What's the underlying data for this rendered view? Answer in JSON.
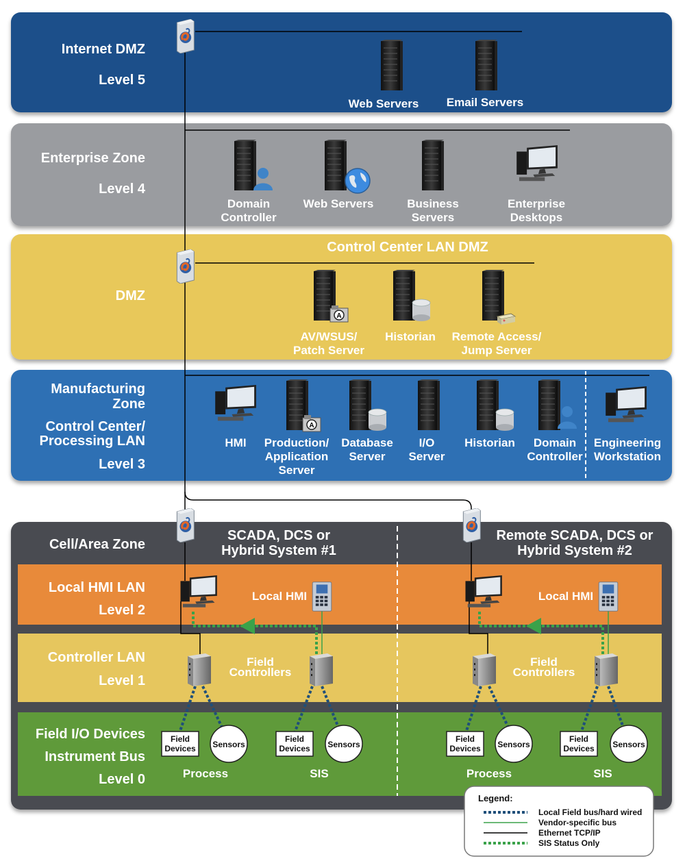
{
  "colors": {
    "dmz_blue": "#1a4f8a",
    "enterprise_gray": "#9a9ca0",
    "dmz_yellow": "#e8c85a",
    "manufacturing_blue": "#2e70b4",
    "cell_dark": "#4a4c51",
    "hmi_orange": "#e88a3a",
    "controller_yellow": "#e6c65e",
    "field_green": "#5f9a3a",
    "sis_green": "#3aa24a",
    "fieldbus_blue": "#1f4f7a"
  },
  "zones": {
    "internet_dmz": {
      "title": "Internet DMZ",
      "level": "Level 5",
      "devices": [
        "Web Servers",
        "Email Servers"
      ]
    },
    "enterprise": {
      "title": "Enterprise Zone",
      "level": "Level 4",
      "devices": [
        [
          "Domain",
          "Controller"
        ],
        [
          "Web Servers"
        ],
        [
          "Business",
          "Servers"
        ],
        [
          "Enterprise",
          "Desktops"
        ]
      ]
    },
    "control_dmz": {
      "header": "Control Center LAN DMZ",
      "title": "DMZ",
      "devices": [
        [
          "AV/WSUS/",
          "Patch Server"
        ],
        [
          "Historian"
        ],
        [
          "Remote Access/",
          "Jump Server"
        ]
      ]
    },
    "manufacturing": {
      "title_lines": [
        "Manufacturing",
        "Zone"
      ],
      "subtitle_lines": [
        "Control Center/",
        "Processing LAN"
      ],
      "level": "Level 3",
      "devices": [
        [
          "HMI"
        ],
        [
          "Production/",
          "Application",
          "Server"
        ],
        [
          "Database",
          "Server"
        ],
        [
          "I/O",
          "Server"
        ],
        [
          "Historian"
        ],
        [
          "Domain",
          "Controller"
        ],
        [
          "Engineering",
          "Workstation"
        ]
      ]
    },
    "cell_area": {
      "title": "Cell/Area Zone",
      "system1": [
        "SCADA, DCS or",
        "Hybrid System #1"
      ],
      "system2": [
        "Remote SCADA, DCS or",
        "Hybrid System #2"
      ],
      "local_hmi_lan": {
        "title": "Local HMI LAN",
        "level": "Level 2",
        "device": "Local HMI"
      },
      "controller_lan": {
        "title": "Controller LAN",
        "level": "Level 1",
        "device": [
          "Field",
          "Controllers"
        ]
      },
      "field_io": {
        "title_lines": [
          "Field I/O Devices",
          "Instrument Bus"
        ],
        "level": "Level 0",
        "field_devices": [
          "Field",
          "Devices"
        ],
        "sensors": "Sensors",
        "process": "Process",
        "sis": "SIS"
      }
    }
  },
  "legend": {
    "title": "Legend:",
    "items": [
      {
        "label": "Local Field bus/hard wired",
        "style": "fieldbus"
      },
      {
        "label": "Vendor-specific bus",
        "style": "vendor"
      },
      {
        "label": "Ethernet TCP/IP",
        "style": "ethernet"
      },
      {
        "label": "SIS Status Only",
        "style": "sis"
      }
    ]
  }
}
